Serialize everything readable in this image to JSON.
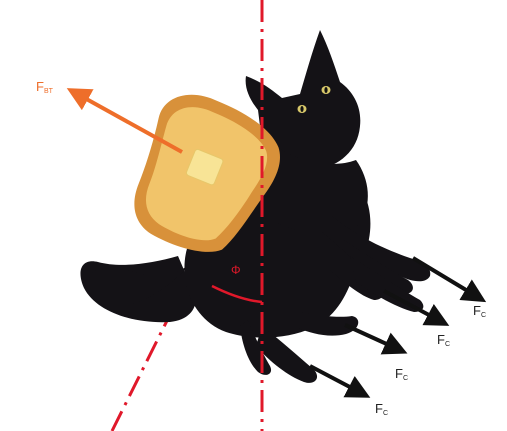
{
  "labels": {
    "f_bt": {
      "main": "F",
      "sub": "BT"
    },
    "phi": "Φ",
    "f_c_1": {
      "main": "F",
      "sub": "C"
    },
    "f_c_2": {
      "main": "F",
      "sub": "C"
    },
    "f_c_3": {
      "main": "F",
      "sub": "C"
    },
    "f_c_4": {
      "main": "F",
      "sub": "C"
    }
  },
  "colors": {
    "background": "#ffffff",
    "axis_line": "#e0182a",
    "buttered_toast_force": "#ee6e2a",
    "cat_force": "#111111",
    "cat": "#141216",
    "toast_crust": "#d8913a",
    "toast_face": "#f1c46a",
    "butter": "#f8e496",
    "cat_eye": "#d8c86a"
  },
  "icons": {
    "cat": "black-cat-icon",
    "toast": "buttered-toast-icon"
  }
}
